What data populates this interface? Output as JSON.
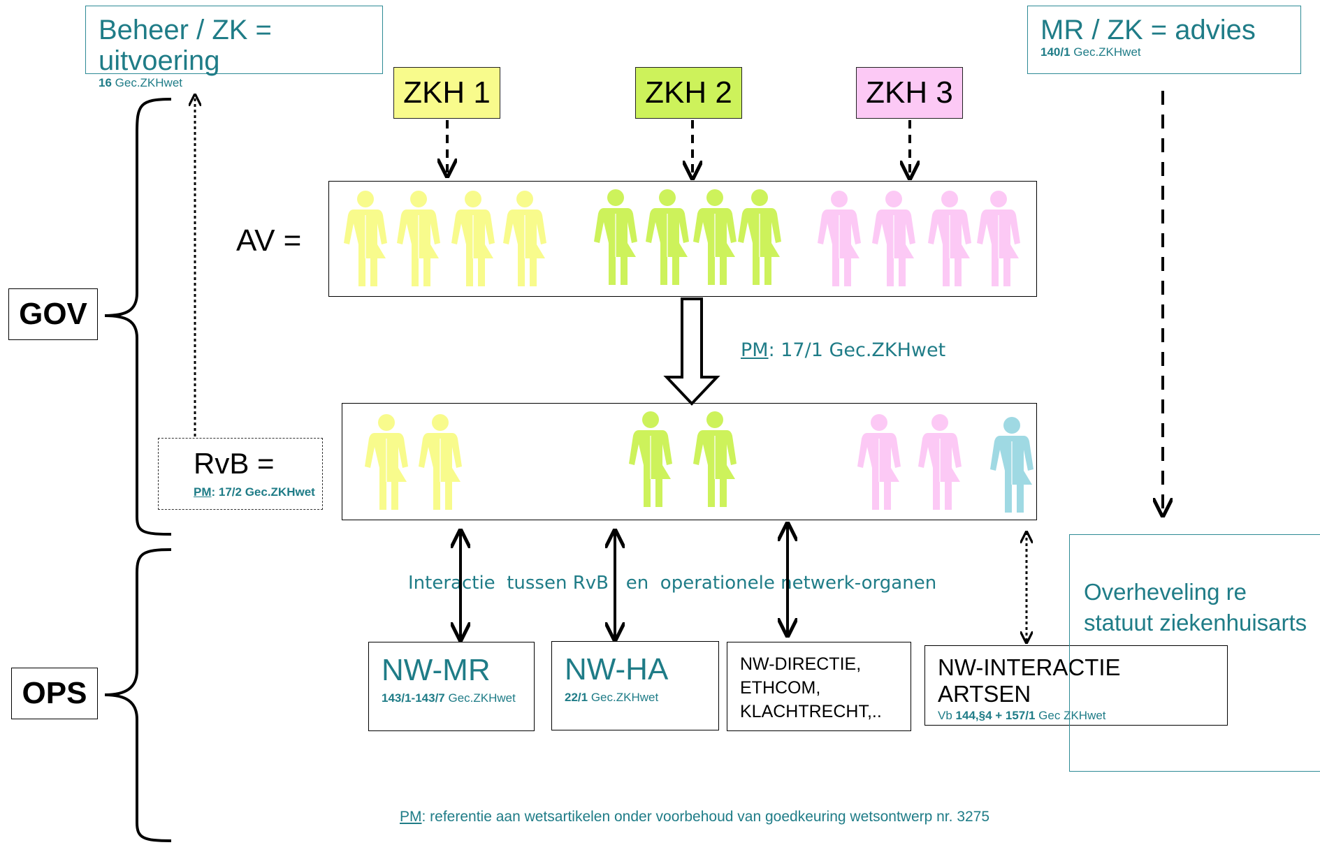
{
  "top_left": {
    "title": "Beheer / ZK = uitvoering",
    "ref_num": "16",
    "ref_law": " Gec.ZKHwet"
  },
  "top_right": {
    "title": "MR / ZK = advies",
    "ref_num": "140/1",
    "ref_law": " Gec.ZKHwet"
  },
  "zkh": [
    {
      "label": "ZKH 1",
      "color": "#f8fb8c"
    },
    {
      "label": "ZKH 2",
      "color": "#cdf25b"
    },
    {
      "label": "ZKH 3",
      "color": "#fcc9f5"
    }
  ],
  "av": {
    "label": "AV ="
  },
  "pm_arrow": {
    "pm": "PM",
    "text": ": 17/1 Gec.ZKHwet"
  },
  "rvb": {
    "label": "RvB =",
    "pm": "PM",
    "ref": ": 17/2 Gec.ZKHwet"
  },
  "side_labels": {
    "gov": "GOV",
    "ops": "OPS"
  },
  "interaction_text": "Interactie  tussen RvB   en  operationele netwerk-organen",
  "overheveling": "Overheveling re statuut ziekenhuisarts",
  "networks": {
    "mr": {
      "title": "NW-MR",
      "ref_num": "143/1-143/7",
      "ref_law": " Gec.ZKHwet"
    },
    "ha": {
      "title": "NW-HA",
      "ref_num": "22/1",
      "ref_law": " Gec.ZKHwet"
    },
    "directie": {
      "lines": [
        "NW-DIRECTIE,",
        "ETHCOM,",
        "KLACHTRECHT,.."
      ]
    },
    "artsen": {
      "title": "NW-INTERACTIE ARTSEN",
      "prefix": "Vb ",
      "ref_num": "144,§4 + 157/1",
      "ref_law": " Gec ZKHwet"
    }
  },
  "footnote": {
    "pm": "PM",
    "text": ": referentie aan wetsartikelen onder voorbehoud van goedkeuring wetsontwerp nr. 3275"
  },
  "person_colors": {
    "yellow": "#f8fb8c",
    "green": "#cdf25b",
    "pink": "#fcc9f5",
    "blue": "#9fd9e3"
  }
}
